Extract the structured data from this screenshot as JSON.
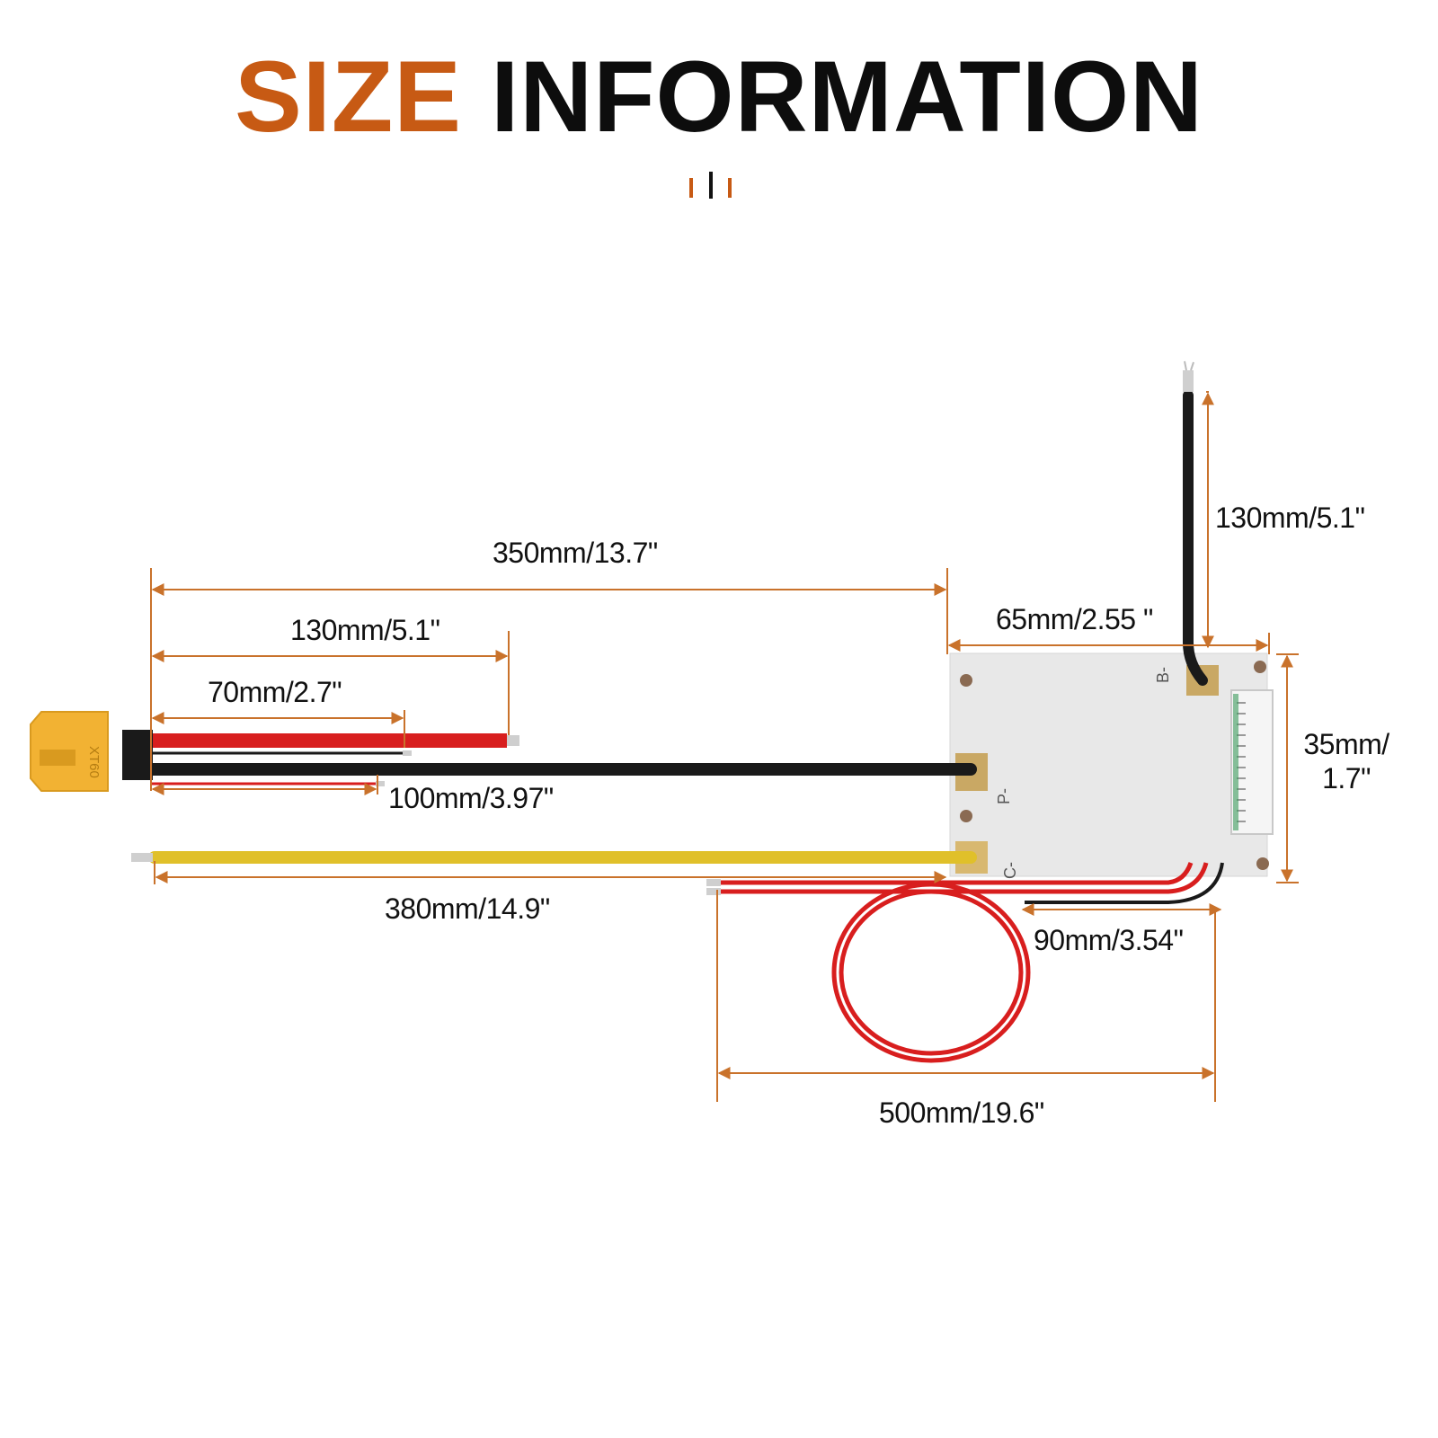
{
  "header": {
    "title_accent": "SIZE",
    "title_main": "INFORMATION"
  },
  "board": {
    "pad_labels": {
      "b_minus": "B-",
      "p_minus": "P-",
      "c_minus": "C-"
    },
    "connector_label": "XT60"
  },
  "dimensions": {
    "d350": "350mm/13.7\"",
    "d130_left": "130mm/5.1\"",
    "d70": "70mm/2.7\"",
    "d100": "100mm/3.97\"",
    "d380": "380mm/14.9\"",
    "d65": "65mm/2.55 \"",
    "d130_top": "130mm/5.1\"",
    "d35_line1": "35mm/",
    "d35_line2": "1.7\"",
    "d90": "90mm/3.54\"",
    "d500": "500mm/19.6\""
  },
  "colors": {
    "accent": "#c75a14",
    "dimension_line": "#c9722b",
    "wire_red": "#d81e1e",
    "wire_black": "#1a1a1a",
    "wire_yellow": "#e0c02a",
    "board": "#e9e9e9",
    "connector": "#f2b233"
  }
}
